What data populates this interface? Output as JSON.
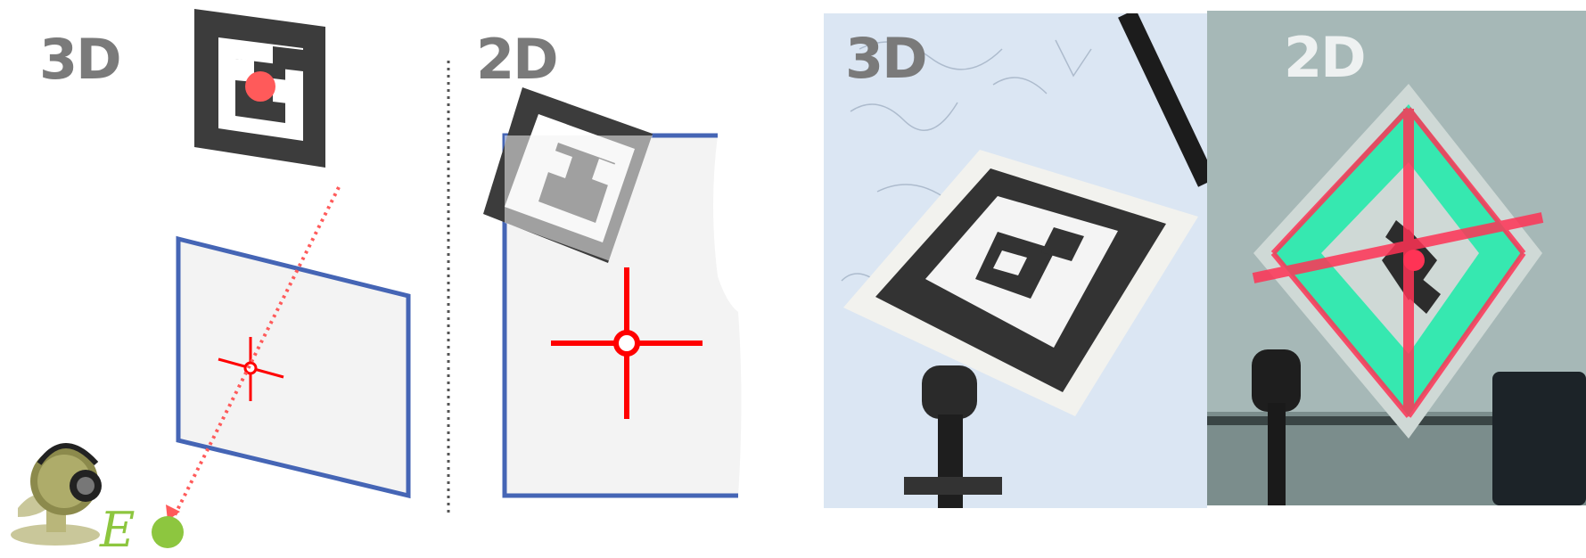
{
  "left_diagram": {
    "label_3d": "3D",
    "label_2d": "2D",
    "eye_label": "E"
  },
  "photos": {
    "photo_3d_label": "3D",
    "photo_2d_label": "2D"
  },
  "colors": {
    "marker_dark": "#3c3c3c",
    "frame_blue": "#4565b5",
    "crosshair_red": "#ff0000",
    "ray_red": "#ff5a5a",
    "eye_green": "#8dc63f",
    "overlay_green": "#36e8b0"
  },
  "icons": [
    "webcam-icon",
    "eye-point-icon",
    "fiducial-marker-icon",
    "crosshair-icon"
  ]
}
